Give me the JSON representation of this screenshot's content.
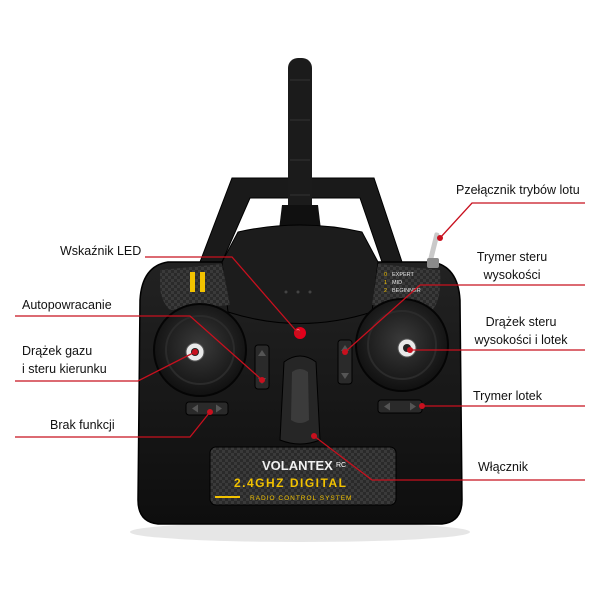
{
  "colors": {
    "leader": "#c8101e",
    "body": "#151515",
    "accent": "#f2c200",
    "led": "#e3001b"
  },
  "device": {
    "brand": "VOLANTEX",
    "brand_suffix": "RC",
    "band": "2.4GHZ DIGITAL",
    "system": "RADIO CONTROL SYSTEM",
    "modes": [
      {
        "num": "0",
        "name": "EXPERT"
      },
      {
        "num": "1",
        "name": "MID"
      },
      {
        "num": "2",
        "name": "BEGINNER"
      }
    ]
  },
  "callouts": {
    "mode_switch": "Pzełącznik trybów lotu",
    "led": "Wskaźnik LED",
    "elevator_trim_1": "Trymer steru",
    "elevator_trim_2": "wysokości",
    "auto_return": "Autopowracanie",
    "right_stick_1": "Drążek steru",
    "right_stick_2": "wysokości i lotek",
    "left_stick_1": "Drążek gazu",
    "left_stick_2": "i steru kierunku",
    "aileron_trim": "Trymer lotek",
    "no_function": "Brak funkcji",
    "power": "Włącznik"
  }
}
